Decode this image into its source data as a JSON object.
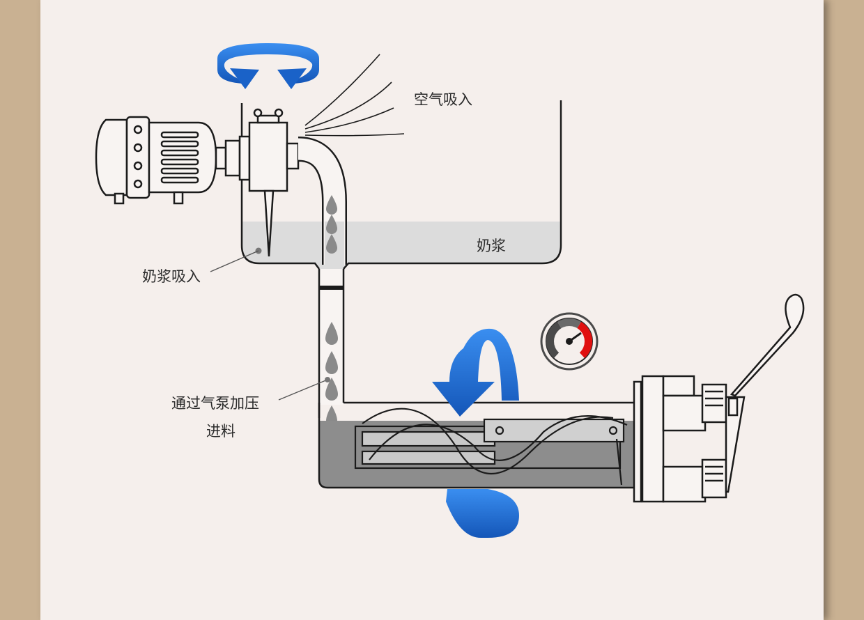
{
  "labels": {
    "air_intake": "空气吸入",
    "milk_slurry": "奶浆",
    "slurry_intake": "奶浆吸入",
    "feed_line1": "通过气泵加压",
    "feed_line2": "进料"
  },
  "colors": {
    "background": "#c9b192",
    "panel": "#f5efec",
    "rotation_arrow": "#1e6fd9",
    "liquid_light": "#dcdcdc",
    "liquid_dark": "#8d8d8d",
    "gauge_red": "#e01010"
  },
  "icons": [
    "rotation-arrow-icon",
    "pressure-gauge-icon",
    "droplet-icon"
  ]
}
